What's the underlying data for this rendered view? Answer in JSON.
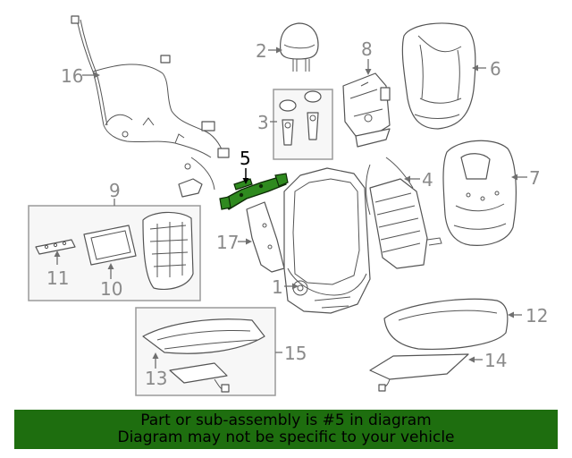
{
  "callouts": {
    "c1": "1",
    "c2": "2",
    "c3": "3",
    "c4": "4",
    "c5": "5",
    "c6": "6",
    "c7": "7",
    "c8": "8",
    "c9": "9",
    "c10": "10",
    "c11": "11",
    "c12": "12",
    "c13": "13",
    "c14": "14",
    "c15": "15",
    "c16": "16",
    "c17": "17"
  },
  "highlight": {
    "part_number": "5",
    "color": "#1e6e0f"
  },
  "banner": {
    "line1": "Part or sub-assembly is #5 in diagram",
    "line2": "Diagram may not be specific to your vehicle",
    "background": "#1e6e0f"
  }
}
